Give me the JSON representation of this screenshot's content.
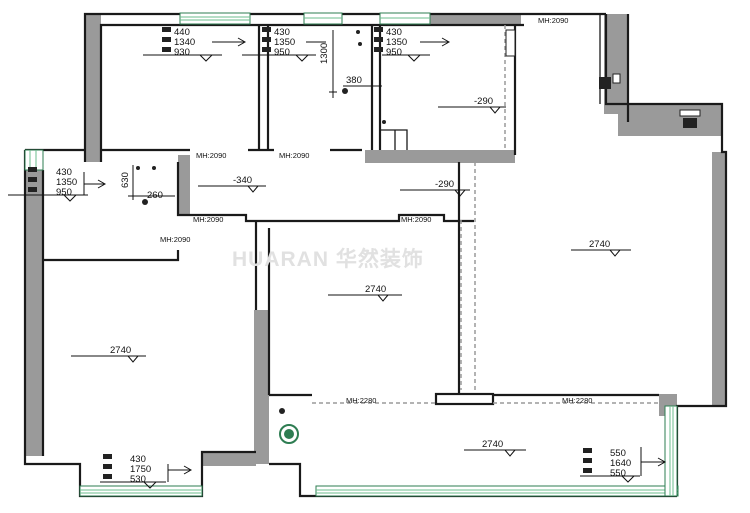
{
  "watermark": "HUARAN 华然装饰",
  "ceiling_heights": {
    "living": "2740",
    "bedroom_middle": "2740",
    "bedroom_left": "2740",
    "balcony": "2740"
  },
  "floor_levels": {
    "bathroom": "-290",
    "hall_left": "-340",
    "hall_mid": "-290"
  },
  "door_heights": {
    "top_right": "MH:2090",
    "hall_1": "MH:2090",
    "hall_2": "MH:2090",
    "hall_3": "MH:2090",
    "hall_4": "MH:2090",
    "left_room": "MH:2090",
    "balcony_1": "MH:2280",
    "balcony_2": "MH:2280"
  },
  "dimensions": {
    "v1300": "1300",
    "h380": "380",
    "v630": "630",
    "h260": "260"
  },
  "window_specs": [
    {
      "id": "w1",
      "v1": "440",
      "v2": "1340",
      "v3": "930"
    },
    {
      "id": "w2",
      "v1": "430",
      "v2": "1350",
      "v3": "950"
    },
    {
      "id": "w3",
      "v1": "430",
      "v2": "1350",
      "v3": "950"
    },
    {
      "id": "w4",
      "v1": "430",
      "v2": "1350",
      "v3": "950"
    },
    {
      "id": "w5",
      "v1": "430",
      "v2": "1750",
      "v3": "530"
    },
    {
      "id": "w6",
      "v1": "550",
      "v2": "1640",
      "v3": "550"
    }
  ],
  "colors": {
    "wall": "#9a9a9a",
    "outline": "#1a1a1a",
    "window": "#2e7d52",
    "fixture": "#2e7d52"
  },
  "icons": [
    "electric-box-icon",
    "weak-current-box-icon",
    "floor-drain-icon",
    "column-marker-icon"
  ]
}
